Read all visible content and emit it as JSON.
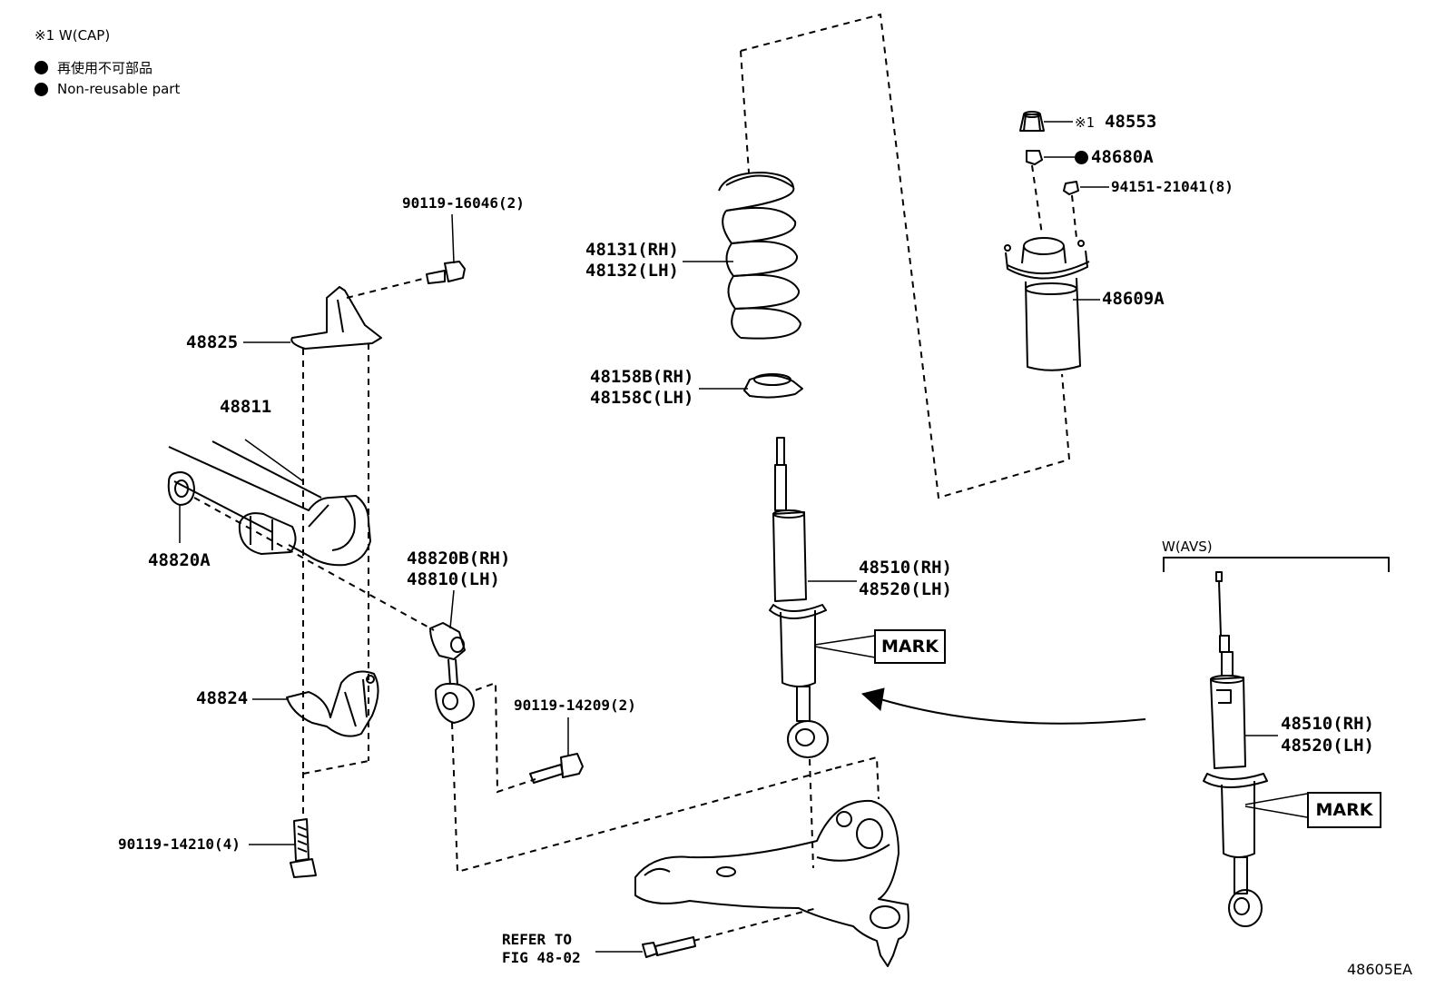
{
  "legend": {
    "cap_note": "※1 W(CAP)",
    "non_reusable_jp": "再使用不可部品",
    "non_reusable_en": "Non-reusable part"
  },
  "avs_header": "W(AVS)",
  "figure_code": "48605EA",
  "mark_label": "MARK",
  "parts": {
    "p48553": {
      "prefix": "※1",
      "num": "48553"
    },
    "p48680A": "48680A",
    "p94151": "94151-21041(8)",
    "p48609A": "48609A",
    "p48131": "48131(RH)",
    "p48132": "48132(LH)",
    "p48158B": "48158B(RH)",
    "p48158C": "48158C(LH)",
    "p90119_16046": "90119-16046(2)",
    "p48825": "48825",
    "p48811": "48811",
    "p48820A": "48820A",
    "p48820B": "48820B(RH)",
    "p48810": "48810(LH)",
    "p48510": "48510(RH)",
    "p48520": "48520(LH)",
    "p48824": "48824",
    "p90119_14209": "90119-14209(2)",
    "p90119_14210": "90119-14210(4)",
    "refer_line1": "REFER TO",
    "refer_line2": "FIG 48-02",
    "p48510_avs": "48510(RH)",
    "p48520_avs": "48520(LH)"
  }
}
